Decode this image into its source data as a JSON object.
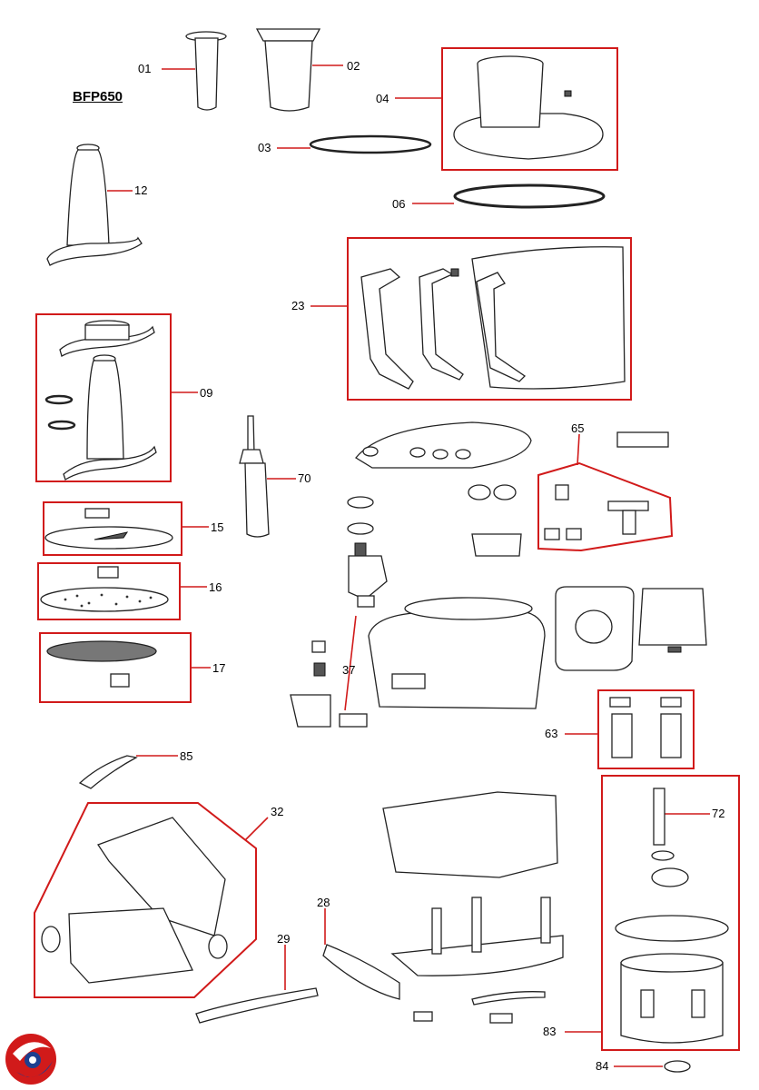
{
  "model": "BFP650",
  "parts": {
    "p01": "01",
    "p02": "02",
    "p03": "03",
    "p04": "04",
    "p06": "06",
    "p09": "09",
    "p12": "12",
    "p15": "15",
    "p16": "16",
    "p17": "17",
    "p23": "23",
    "p28": "28",
    "p29": "29",
    "p32": "32",
    "p37": "37",
    "p63": "63",
    "p65": "65",
    "p70": "70",
    "p72": "72",
    "p83": "83",
    "p84": "84",
    "p85": "85"
  },
  "colors": {
    "callout": "#d11a1a",
    "line": "#222222",
    "logo_red": "#d11a1a",
    "logo_blue": "#1d3f8f"
  },
  "logo_icon": "brand-swirl-logo"
}
